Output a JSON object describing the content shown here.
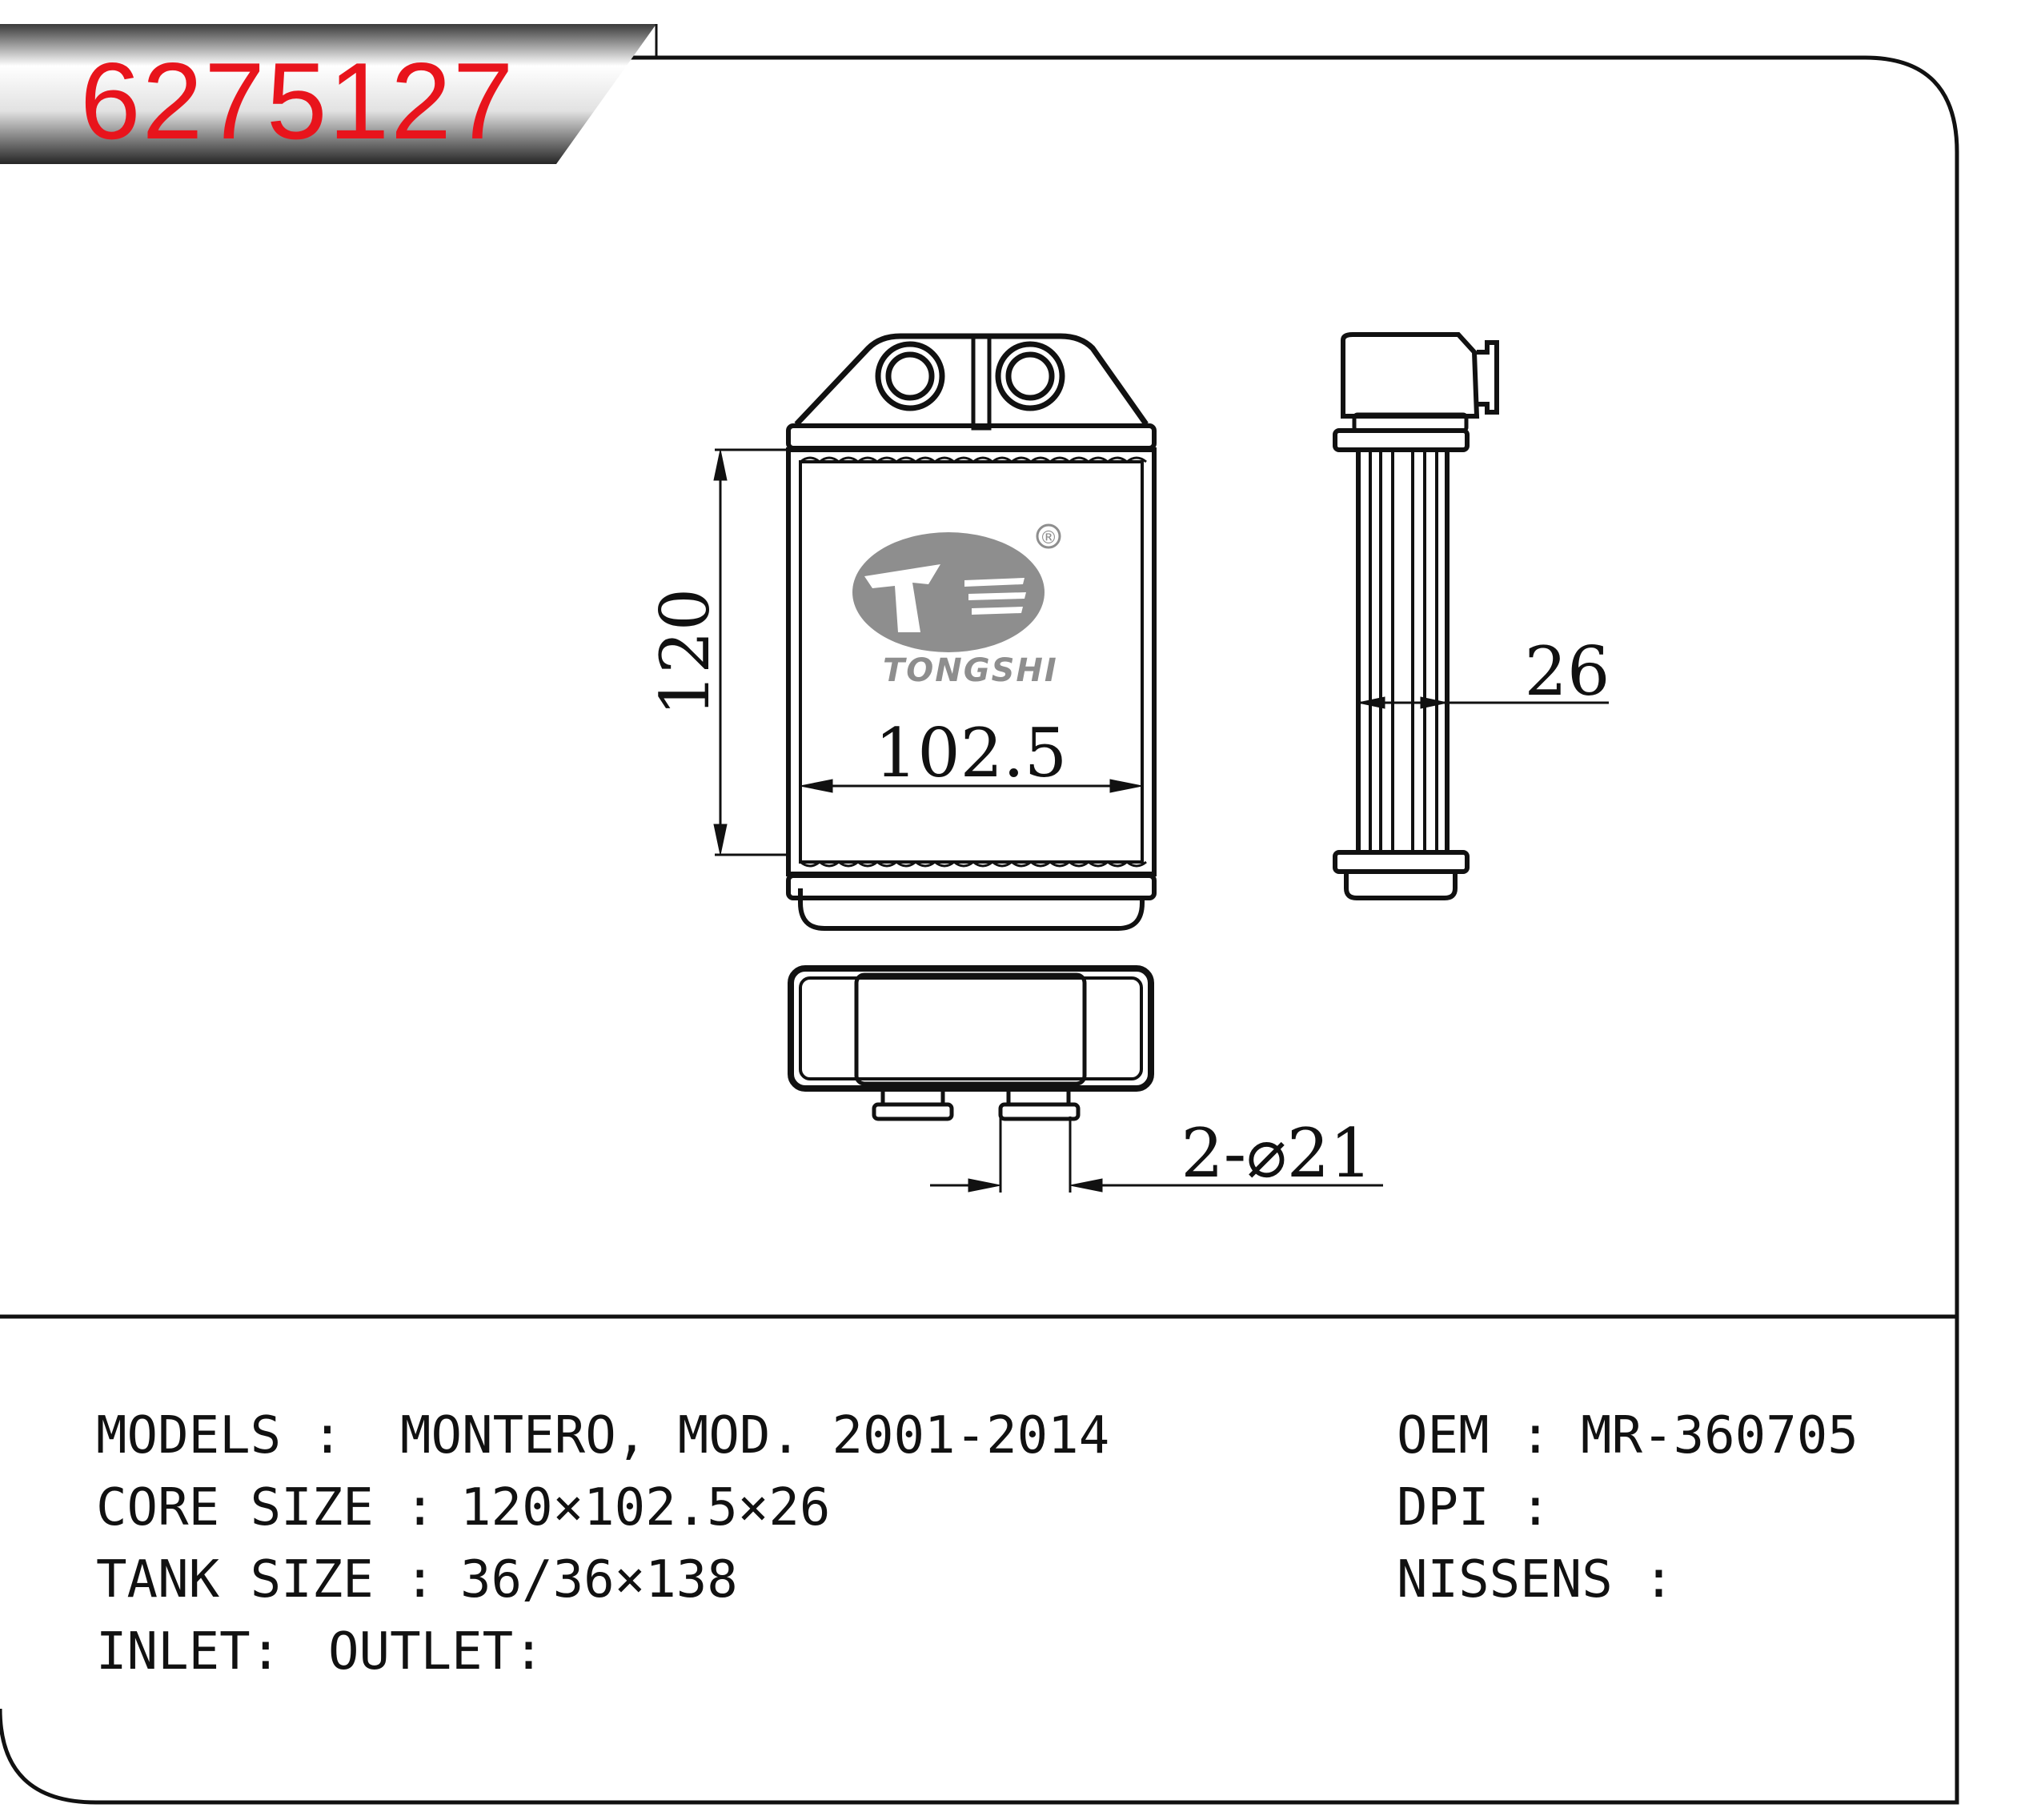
{
  "header": {
    "part_number": "6275127"
  },
  "drawing": {
    "brand": "TONGSHI",
    "registered_mark": "®",
    "dimensions": {
      "height": "120",
      "width": "102.5",
      "depth": "26",
      "pipes": "2-⌀21"
    }
  },
  "specs": {
    "models_label": "MODELS :",
    "models_value": "MONTERO, MOD. 2001-2014",
    "core_size_label": "CORE SIZE :",
    "core_size_value": "120×102.5×26",
    "tank_size_label": "TANK SIZE :",
    "tank_size_value": "36/36×138",
    "inlet_label": "INLET:",
    "outlet_label": "OUTLET:",
    "oem_label": "OEM :",
    "oem_value": "MR-360705",
    "dpi_label": "DPI :",
    "nissens_label": "NISSENS :"
  },
  "colors": {
    "part_number": "#e8141c",
    "logo_grey": "#8e8e8e",
    "line": "#111111"
  }
}
